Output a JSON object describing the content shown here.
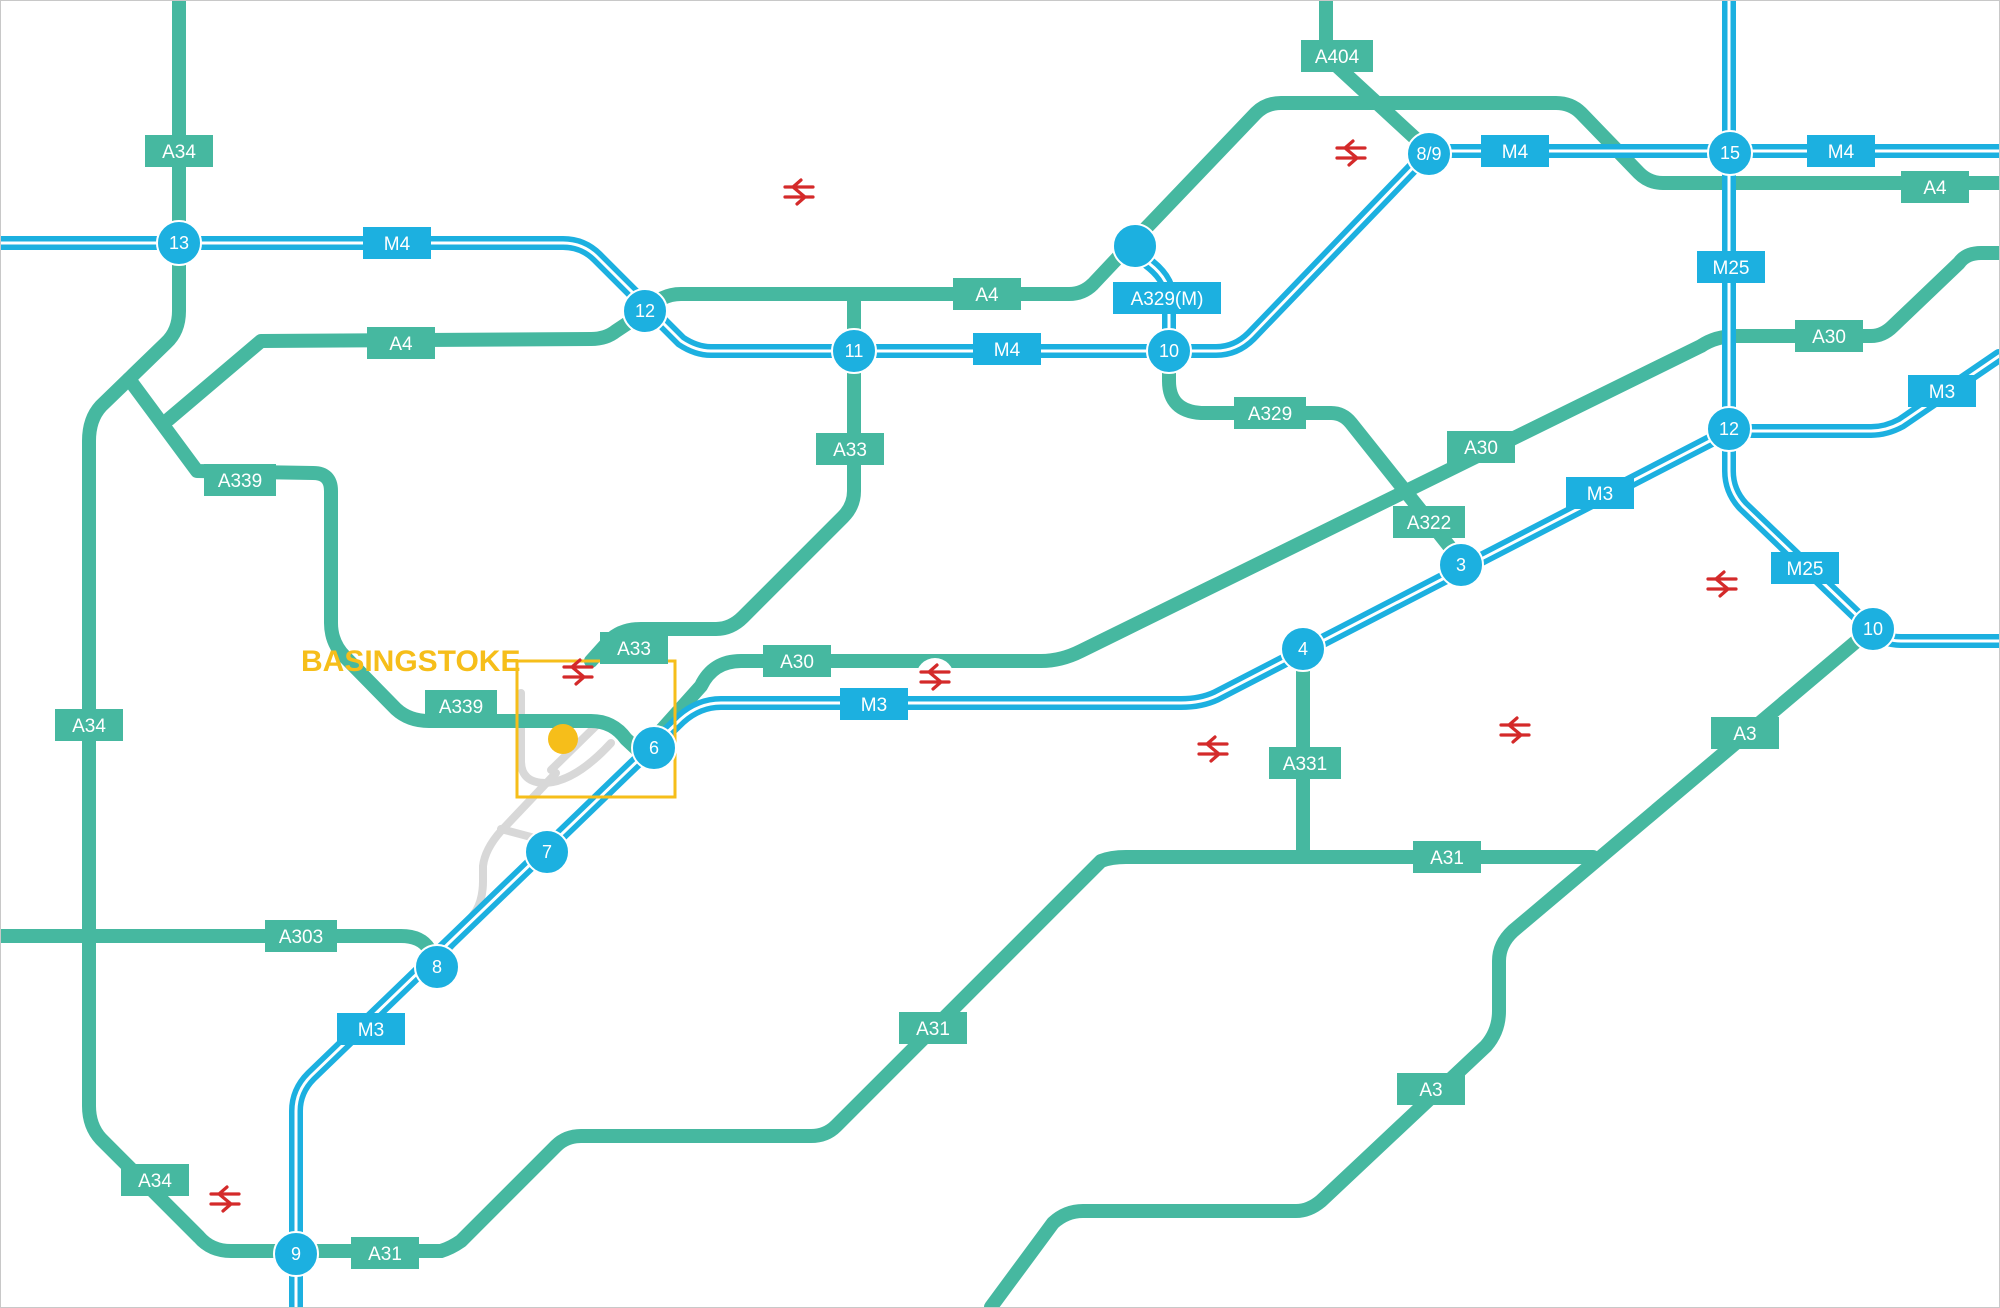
{
  "map": {
    "town": "BASINGSTOKE",
    "colors": {
      "a_road": "#46b8a0",
      "motorway": "#1cb0e0",
      "local_road": "#d8d8d8",
      "highlight": "#f6be1a",
      "rail": "#d42a2a",
      "frame": "#c8c8c8"
    },
    "road_labels": {
      "a34_top": "A34",
      "a34_mid": "A34",
      "a34_bottom": "A34",
      "m4_west": "M4",
      "a4_west": "A4",
      "a4_mid": "A4",
      "m4_mid": "M4",
      "a404": "A404",
      "m4_east": "M4",
      "m4_far_east": "M4",
      "a4_east": "A4",
      "m25_north": "M25",
      "a329m": "A329(M)",
      "a33_north": "A33",
      "a329": "A329",
      "a30_east": "A30",
      "a30_mid": "A30",
      "m3_east": "M3",
      "m3_ne": "M3",
      "a339_north": "A339",
      "a322": "A322",
      "m25_south": "M25",
      "a33_south": "A33",
      "a30_west": "A30",
      "a339_south": "A339",
      "m3_mid": "M3",
      "a331": "A331",
      "a3_north": "A3",
      "a31_east": "A31",
      "a303": "A303",
      "m3_sw": "M3",
      "a31_mid": "A31",
      "a3_south": "A3",
      "a31_west": "A31"
    },
    "junctions": {
      "j13": "13",
      "j12_m4": "12",
      "j11": "11",
      "j10_m4": "10",
      "j8_9": "8/9",
      "j15": "15",
      "j12_m25": "12",
      "j3": "3",
      "j4": "4",
      "j10_m25": "10",
      "j6": "6",
      "j7": "7",
      "j8": "8",
      "j9": "9",
      "unnumbered": ""
    },
    "icons": {
      "station": "national-rail-icon",
      "town_marker": "town-marker-icon"
    }
  }
}
